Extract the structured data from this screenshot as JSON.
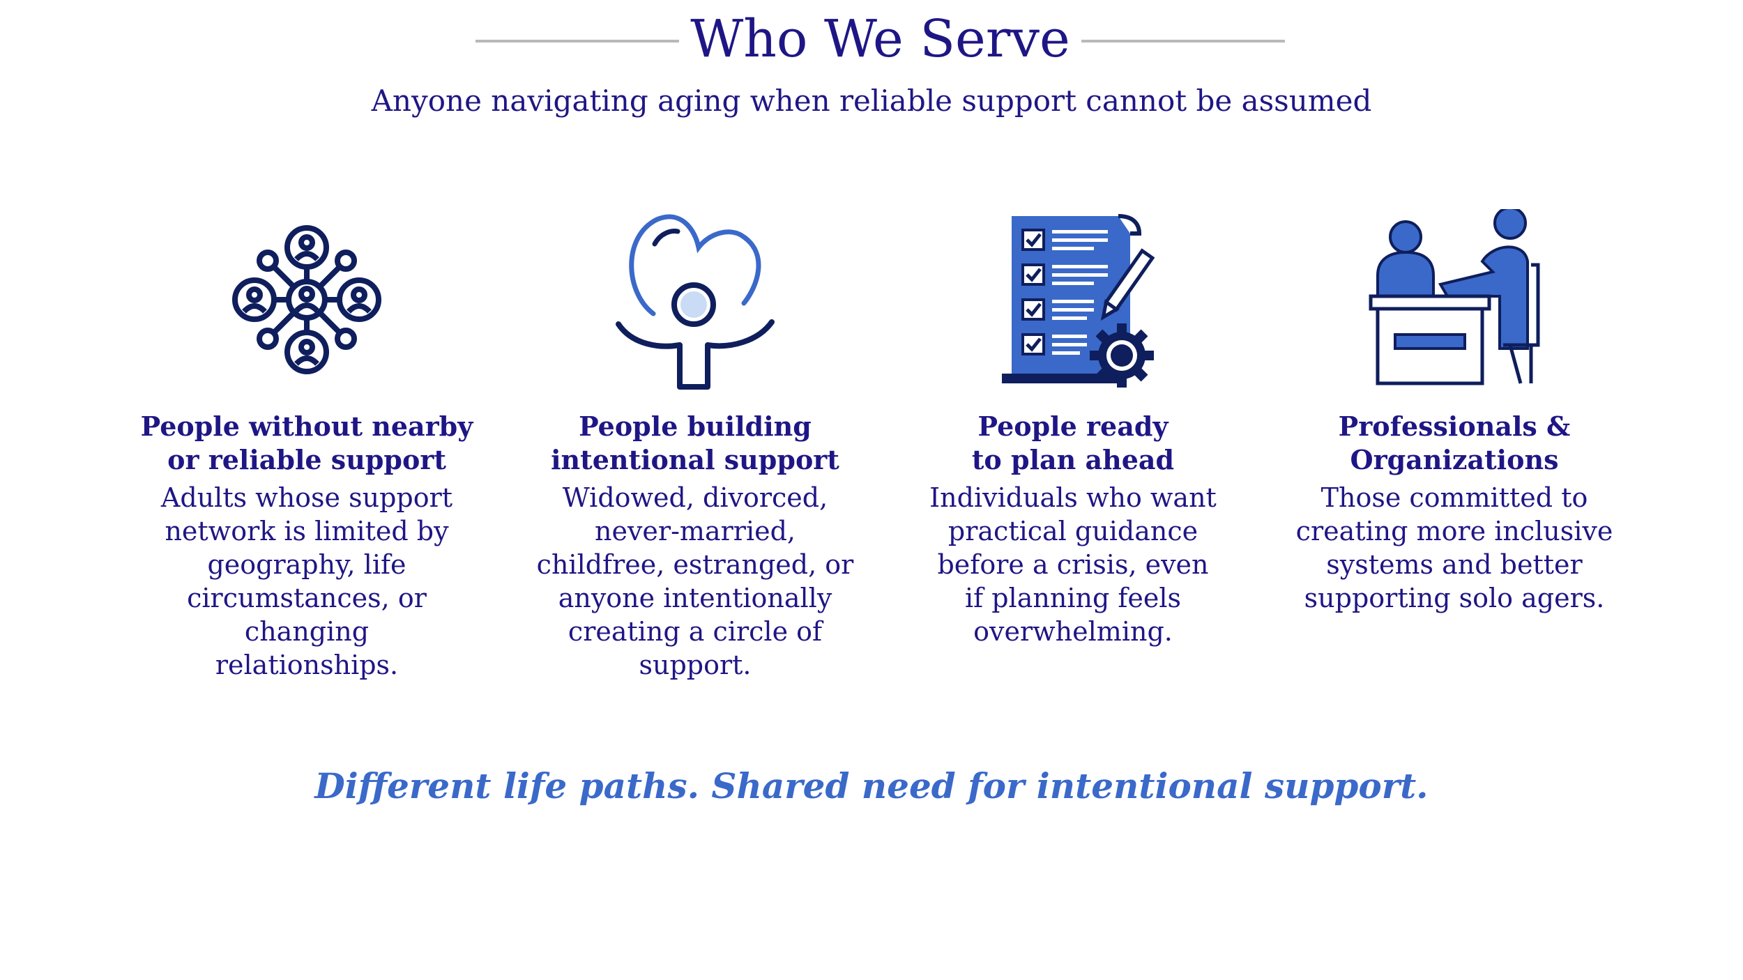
{
  "header": {
    "title": "Who We Serve",
    "subtitle": "Anyone navigating aging when reliable support cannot be assumed"
  },
  "columns": [
    {
      "icon": "network-people-icon",
      "heading": "People without nearby\nor reliable support",
      "body": "Adults whose support\nnetwork is limited by\ngeography, life\ncircumstances, or\nchanging\nrelationships."
    },
    {
      "icon": "heart-person-icon",
      "heading": "People building\nintentional support",
      "body": "Widowed, divorced,\nnever-married,\nchildfree, estranged, or\nanyone intentionally\ncreating a circle of\nsupport."
    },
    {
      "icon": "checklist-plan-icon",
      "heading": "People ready\nto plan ahead",
      "body": "Individuals who want\npractical guidance\nbefore a crisis, even\nif planning feels\noverwhelming."
    },
    {
      "icon": "consultation-desk-icon",
      "heading": "Professionals &\nOrganizations",
      "body": "Those committed to\ncreating more inclusive\nsystems and better\nsupporting solo agers."
    }
  ],
  "footer": {
    "tagline": "Different life paths. Shared need for intentional support."
  },
  "colors": {
    "navy": "#1f1685",
    "icon_dark": "#0f1e5c",
    "accent_blue": "#3a69c9",
    "divider_gray": "#b9b9b9"
  }
}
